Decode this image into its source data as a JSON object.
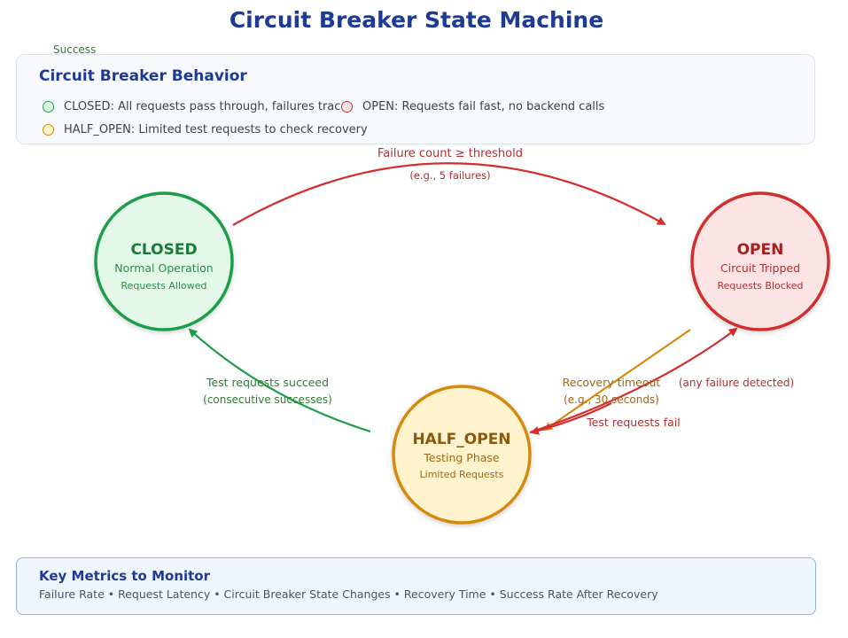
{
  "title": "Circuit Breaker State Machine",
  "stray_label": "Success",
  "behavior": {
    "heading": "Circuit Breaker Behavior",
    "items": [
      {
        "text": "CLOSED: All requests pass through, failures tracked"
      },
      {
        "text": "OPEN: Requests fail fast, no backend calls"
      },
      {
        "text": "HALF_OPEN: Limited test requests to check recovery"
      }
    ]
  },
  "states": {
    "closed": {
      "name": "CLOSED",
      "sub": "Normal Operation",
      "detail": "Requests Allowed"
    },
    "open": {
      "name": "OPEN",
      "sub": "Circuit Tripped",
      "detail": "Requests Blocked"
    },
    "half_open": {
      "name": "HALF_OPEN",
      "sub": "Testing Phase",
      "detail": "Limited Requests"
    }
  },
  "transitions": {
    "closed_to_open": {
      "label": "Failure count ≥ threshold",
      "note": "(e.g., 5 failures)"
    },
    "half_to_closed": {
      "label": "Test requests succeed",
      "note": "(consecutive successes)"
    },
    "open_to_half": {
      "label": "Recovery timeout",
      "note": "(e.g., 30 seconds)"
    },
    "half_to_open": {
      "label": "Test requests fail",
      "note": "(any failure detected)"
    }
  },
  "metrics": {
    "heading": "Key Metrics to Monitor",
    "text": "Failure Rate • Request Latency • Circuit Breaker State Changes • Recovery Time • Success Rate After Recovery"
  },
  "colors": {
    "closed": "#1e9e4a",
    "open": "#d32f2f",
    "half_open": "#d68a0c",
    "title": "#1f3a93"
  }
}
